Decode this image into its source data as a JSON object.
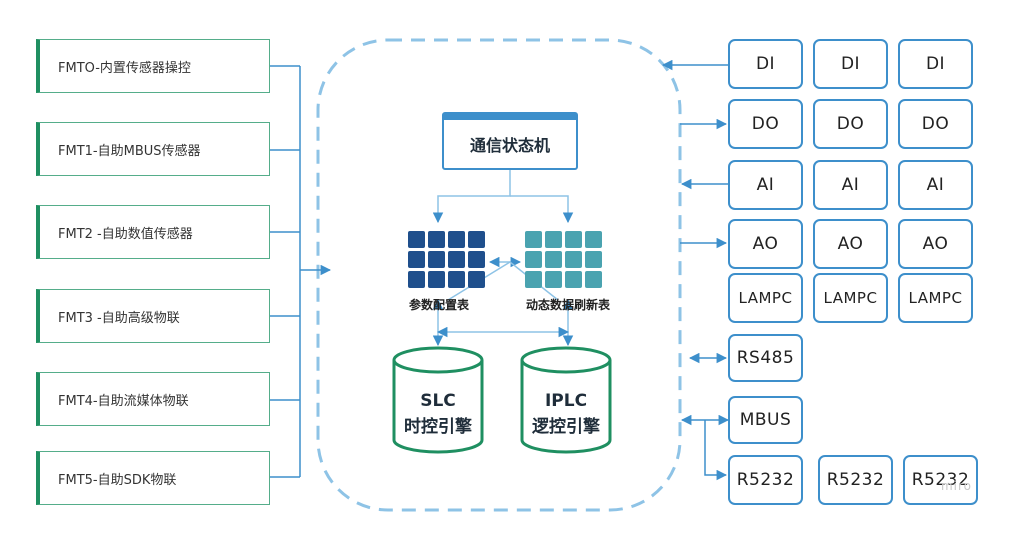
{
  "fmt_list": [
    "FMTO-内置传感器操控",
    "FMT1-自助MBUS传感器",
    "FMT2 -自助数值传感器",
    "FMT3 -自助高级物联",
    "FMT4-自助流媒体物联",
    "FMT5-自助SDK物联"
  ],
  "core": {
    "state_machine": "通信状态机",
    "param_table": "参数配置表",
    "dynamic_table": "动态数据刷新表",
    "slc": {
      "line1": "SLC",
      "line2": "时控引擎"
    },
    "iplc": {
      "line1": "IPLC",
      "line2": "逻控引擎"
    }
  },
  "io": {
    "di": [
      "DI",
      "DI",
      "DI"
    ],
    "do": [
      "DO",
      "DO",
      "DO"
    ],
    "ai": [
      "AI",
      "AI",
      "AI"
    ],
    "ao": [
      "AO",
      "AO",
      "AO"
    ],
    "lampc": [
      "LAMPC",
      "LAMPC",
      "LAMPC"
    ],
    "rs485": "RS485",
    "mbus": "MBUS",
    "rs232": [
      "R5232",
      "R5232",
      "R5232"
    ]
  },
  "watermark": "miro",
  "colors": {
    "blue": "#3d8fcb",
    "green": "#1f8f61",
    "navy": "#1f4f8c",
    "teal": "#4aa3b0",
    "dashed": "#8ec3e6"
  }
}
